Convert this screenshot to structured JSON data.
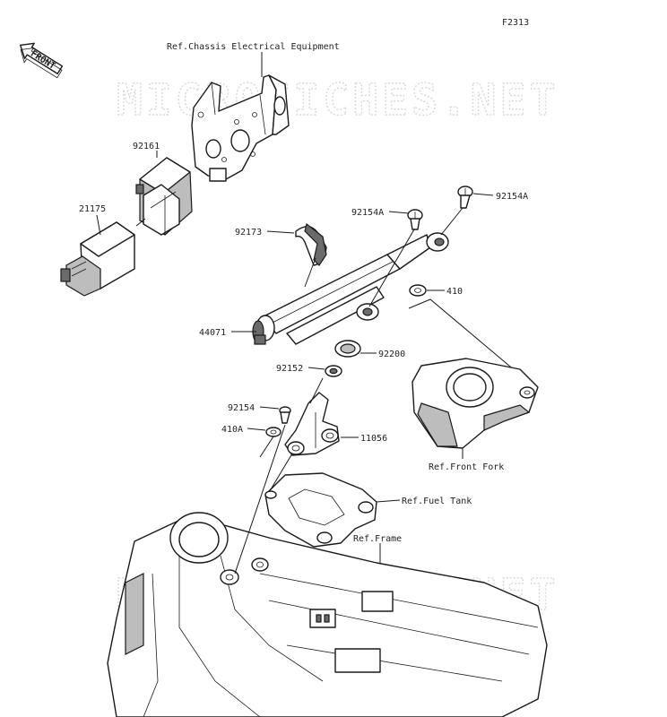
{
  "diagram_code": "F2313",
  "front_label": "FRONT",
  "watermark": "MICROFICHES.NET",
  "references": {
    "chassis_electrical": "Ref.Chassis Electrical Equipment",
    "front_fork": "Ref.Front Fork",
    "fuel_tank": "Ref.Fuel Tank",
    "frame": "Ref.Frame"
  },
  "part_numbers": {
    "p92161": "92161",
    "p21175": "21175",
    "p92173": "92173",
    "p92154A_left": "92154A",
    "p92154A_right": "92154A",
    "p410": "410",
    "p44071": "44071",
    "p92200": "92200",
    "p92152": "92152",
    "p92154": "92154",
    "p410A": "410A",
    "p11056": "11056"
  }
}
